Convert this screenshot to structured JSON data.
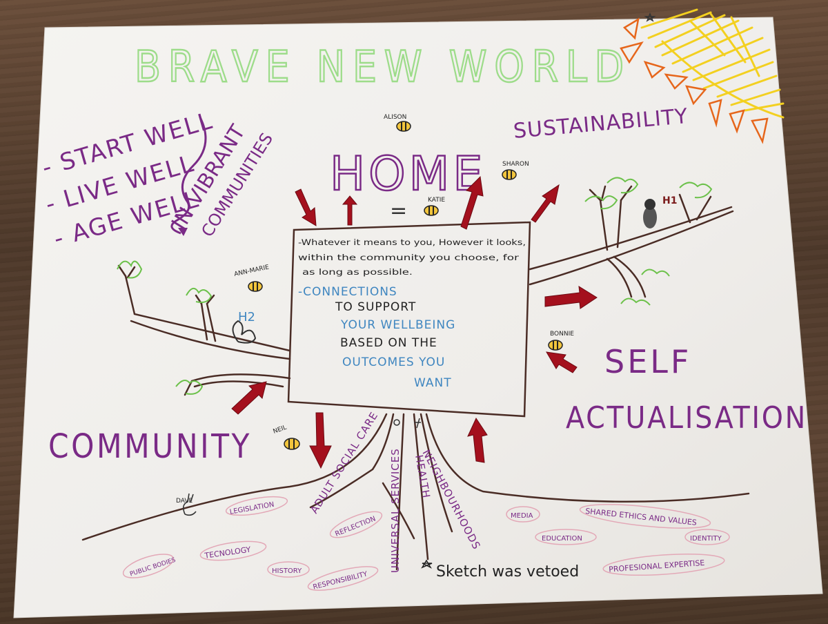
{
  "poster": {
    "title": "BRAVE NEW WORLD",
    "goals": [
      "- START WELL",
      "- LIVE WELL",
      "- AGE WELL"
    ],
    "goals_extra": [
      "IN VIBRANT",
      "COMMUNITIES"
    ],
    "sustainability": "SUSTAINABILITY",
    "home": "HOME",
    "home_eq": "=",
    "home_box": {
      "lines": [
        "-Whatever it means to you, However it looks,",
        "within the community you choose, for",
        "as long as possible."
      ],
      "connections": [
        "-CONNECTIONS",
        "TO SUPPORT",
        "YOUR WELLBEING",
        "BASED ON THE",
        "OUTCOMES YOU",
        "WANT"
      ]
    },
    "self_actualisation": [
      "SELF",
      "ACTUALISATION"
    ],
    "community": "COMMUNITY",
    "names": [
      "ALISON",
      "SHARON",
      "KATIE",
      "ANN-MARIE",
      "BONNIE",
      "NEIL",
      "DAVE"
    ],
    "labels": {
      "h1": "H1",
      "h2": "H2"
    },
    "roots": [
      "ADULT SOCIAL CARE",
      "UNIVERSAL SERVICES",
      "HEALTH",
      "NEIGHBOURHOODS"
    ],
    "tags": [
      "LEGISLATION",
      "TECNOLOGY",
      "PUBLIC BODIES",
      "HISTORY",
      "REFLECTION",
      "RESPONSIBILITY",
      "MEDIA",
      "EDUCATION",
      "SHARED ETHICS AND VALUES",
      "IDENTITY",
      "PROFESIONAL EXPERTISE"
    ],
    "note": "Sketch was vetoed",
    "colors": {
      "green": "#9ddc8a",
      "purple": "#7a2a86",
      "blue": "#3f86c0",
      "red": "#a4101d",
      "brown": "#4a2c25",
      "sun_yellow": "#f3d020",
      "sun_orange": "#e6661b",
      "paper": "#f2f0ec"
    }
  }
}
